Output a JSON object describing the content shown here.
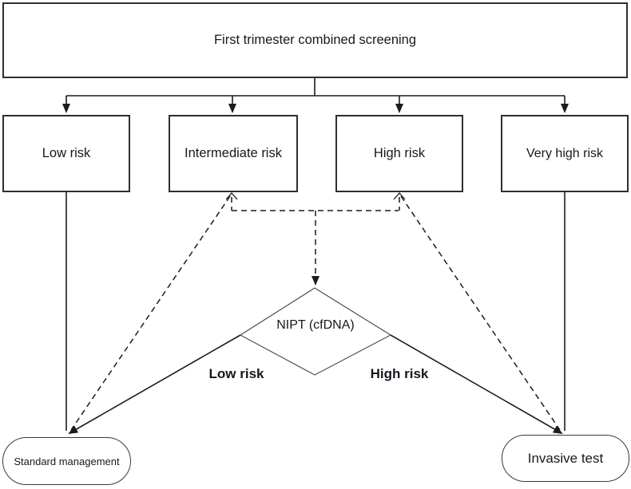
{
  "diagram": {
    "title": "First trimester combined screening",
    "risk_boxes": [
      {
        "label": "Low risk"
      },
      {
        "label": "Intermediate risk"
      },
      {
        "label": "High risk"
      },
      {
        "label": "Very high risk"
      }
    ],
    "decision_label": "NIPT (cfDNA)",
    "branch_low_label": "Low risk",
    "branch_high_label": "High risk",
    "outcome_standard": "Standard management",
    "outcome_invasive": "Invasive test"
  },
  "colors": {
    "line": "#1c1c1c",
    "box_border": "#2e2e2e",
    "diamond_border": "#4f4f4f",
    "text": "#15181e",
    "background": "#ffffff"
  }
}
